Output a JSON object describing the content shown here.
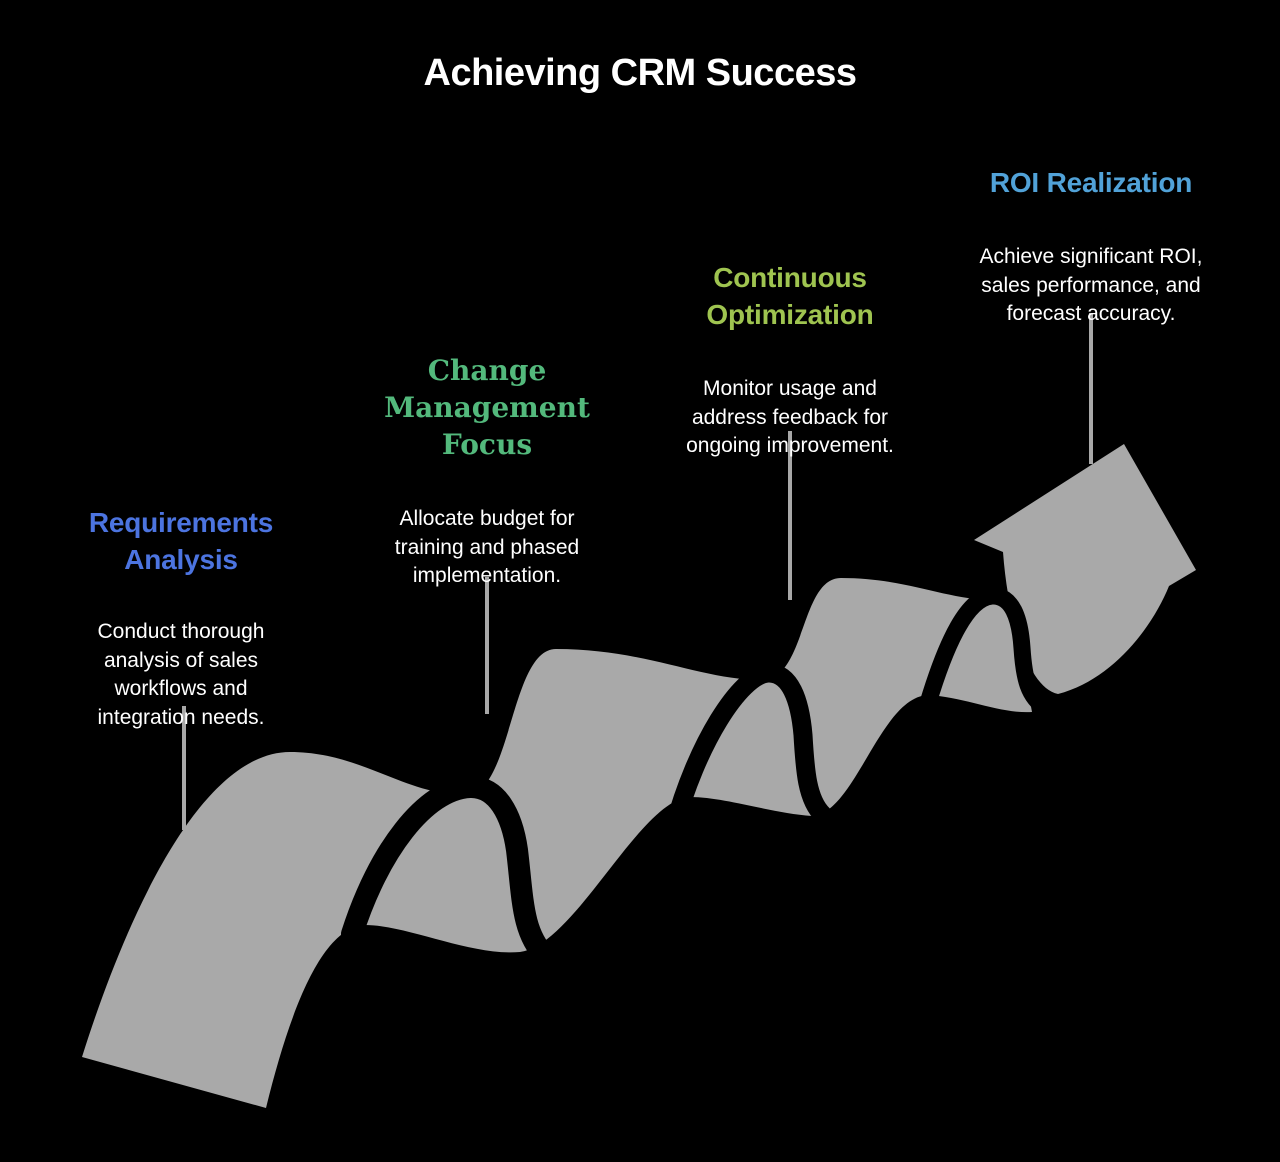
{
  "title": "Achieving CRM Success",
  "colors": {
    "background": "#000000",
    "title_text": "#ffffff",
    "body_text": "#ffffff",
    "ribbon_gray": "#a9a9a9",
    "fold_black": "#000000",
    "connector_gray": "#a8a8a8"
  },
  "stages": [
    {
      "name": "requirements-analysis",
      "heading_lines": [
        "Requirements",
        "Analysis"
      ],
      "heading_color": "#4c74e0",
      "body_lines": [
        "Conduct thorough",
        "analysis of sales",
        "workflows and",
        "integration needs."
      ]
    },
    {
      "name": "change-management-focus",
      "heading_lines": [
        "Change",
        "Management",
        "Focus"
      ],
      "heading_color": "#53b97c",
      "body_lines": [
        "Allocate budget for",
        "training and phased",
        "implementation."
      ]
    },
    {
      "name": "continuous-optimization",
      "heading_lines": [
        "Continuous",
        "Optimization"
      ],
      "heading_color": "#9fc450",
      "body_lines": [
        "Monitor usage and",
        "address feedback for",
        "ongoing improvement."
      ]
    },
    {
      "name": "roi-realization",
      "heading_lines": [
        "ROI Realization"
      ],
      "heading_color": "#51a2d8",
      "body_lines": [
        "Achieve significant ROI,",
        "sales performance, and",
        "forecast accuracy."
      ]
    }
  ]
}
